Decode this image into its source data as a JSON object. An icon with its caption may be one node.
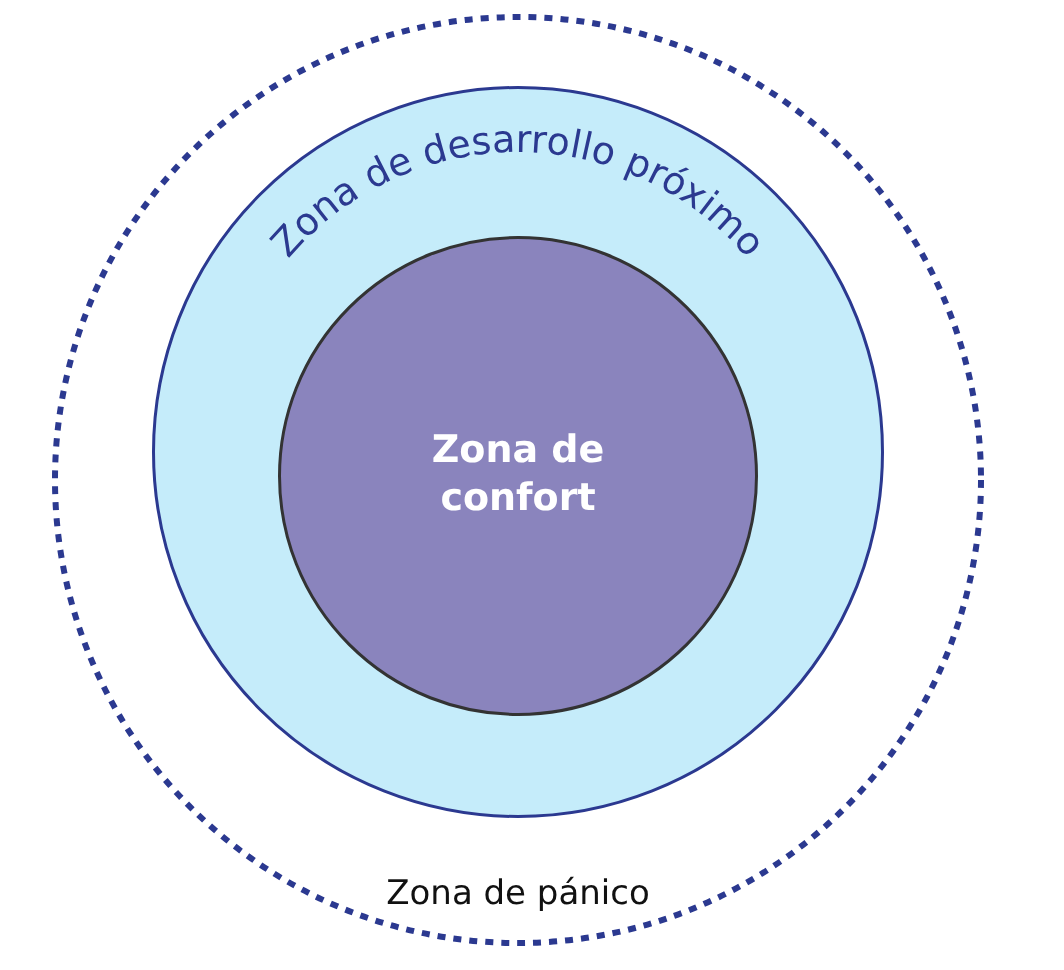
{
  "diagram": {
    "nodes": [
      {
        "text": [
          "Zona de pánico"
        ]
      },
      {
        "text": [
          "Zona de desarrollo próximo"
        ],
        "in": 0
      },
      {
        "text": [
          "Zona de confort"
        ],
        "in": 1
      }
    ]
  }
}
